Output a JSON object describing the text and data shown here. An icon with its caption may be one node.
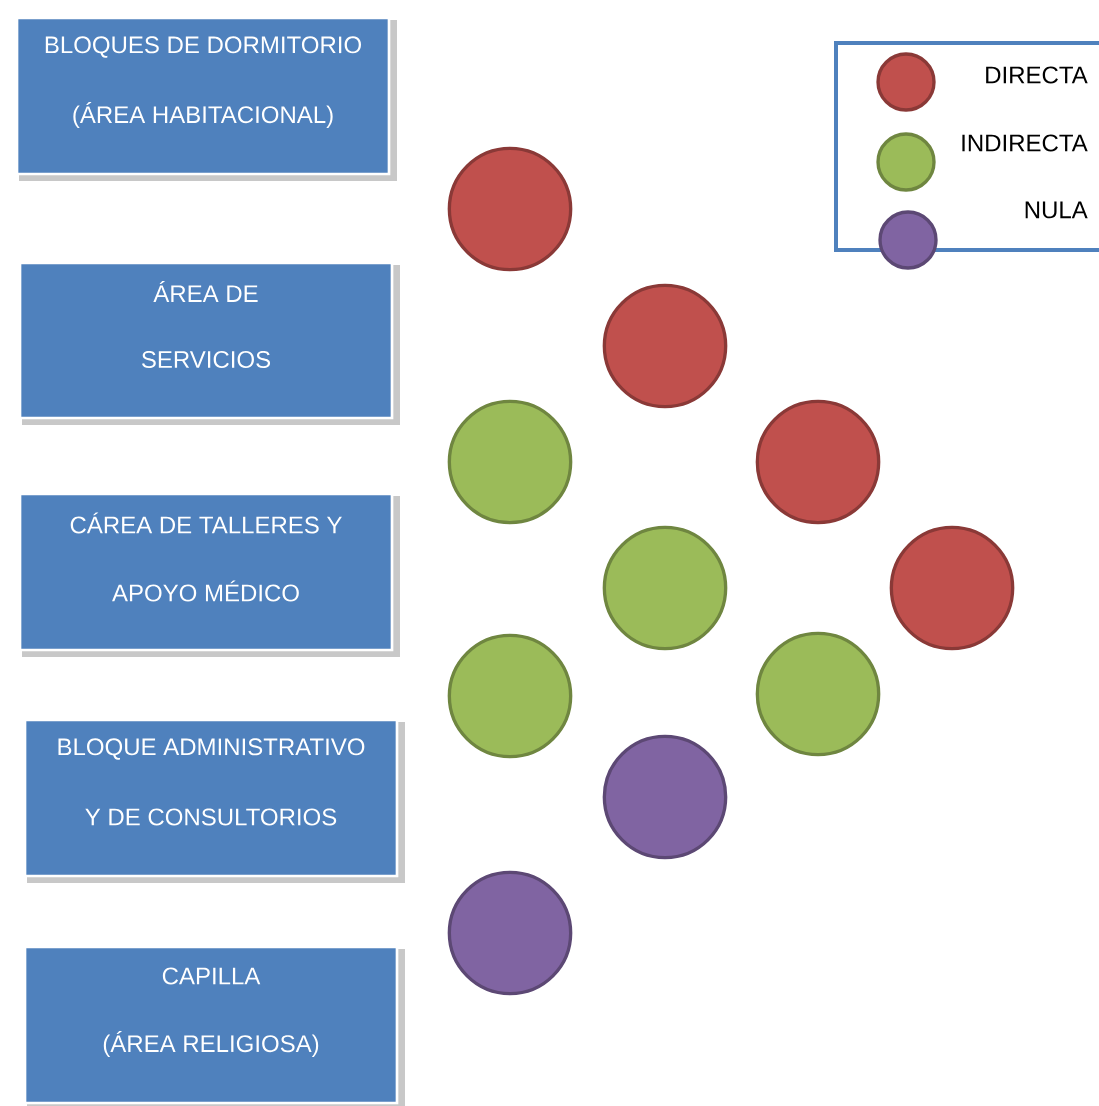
{
  "diagram": {
    "nodes": [
      {
        "text": [
          "BLOQUES DE DORMITORIO",
          "(ÁREA HABITACIONAL)"
        ]
      },
      {
        "text": [
          "ÁREA DE",
          "SERVICIOS"
        ]
      },
      {
        "text": [
          "CÁREA DE TALLERES Y",
          "APOYO MÉDICO"
        ]
      },
      {
        "text": [
          "BLOQUE ADMINISTRATIVO",
          "Y DE CONSULTORIOS"
        ]
      },
      {
        "text": [
          "CAPILLA",
          "(ÁREA RELIGIOSA)"
        ]
      },
      {
        "text": [],
        "shape": "circle"
      },
      {
        "text": [],
        "shape": "circle"
      },
      {
        "text": [],
        "shape": "circle"
      },
      {
        "text": [],
        "shape": "circle"
      },
      {
        "text": [],
        "shape": "circle"
      },
      {
        "text": [],
        "shape": "circle"
      },
      {
        "text": [],
        "shape": "circle"
      },
      {
        "text": [],
        "shape": "circle"
      },
      {
        "text": [],
        "shape": "circle"
      },
      {
        "text": [],
        "shape": "circle"
      }
    ],
    "legend": [
      {
        "text": "DIRECTA",
        "color": "#c0504d"
      },
      {
        "text": "INDIRECTA",
        "color": "#9bbb59"
      },
      {
        "text": "NULA",
        "color": "#8064a2"
      }
    ]
  }
}
